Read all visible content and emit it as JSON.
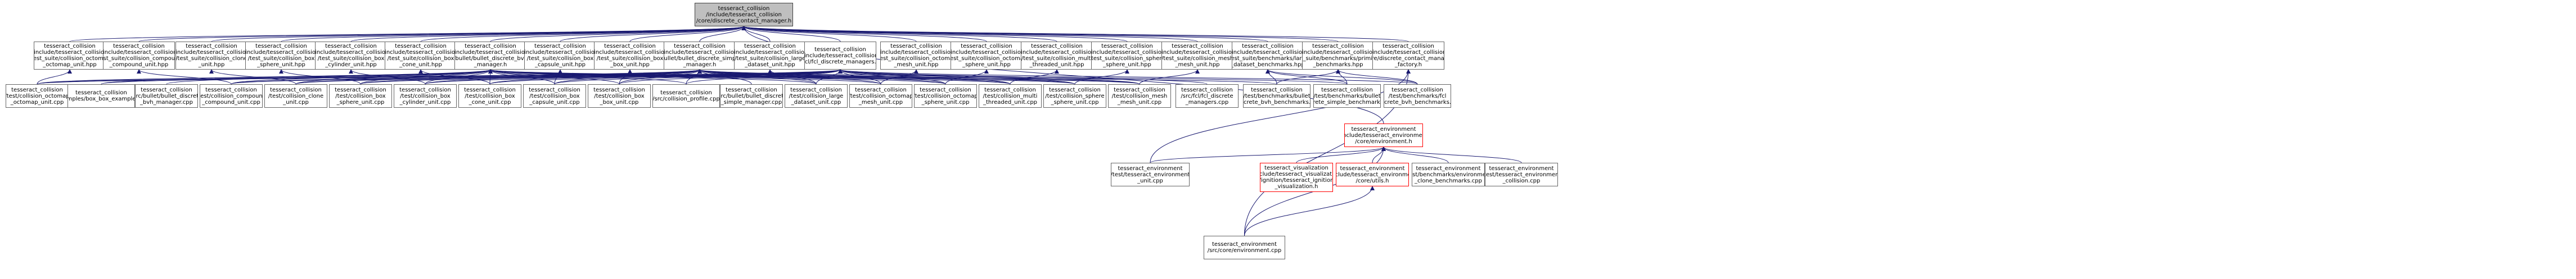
{
  "diagram": {
    "nodes": [
      {
        "id": "root",
        "label": "tesseract_collision\n/include/tesseract_collision\n/core/discrete_contact_manager.h",
        "style": "root"
      },
      {
        "id": "a1",
        "label": "tesseract_collision\n/include/tesseract_collision\n/test_suite/collision_octomap\n_octomap_unit.hpp"
      },
      {
        "id": "a2",
        "label": "tesseract_collision\n/include/tesseract_collision\n/test_suite/collision_compound\n_compound_unit.hpp"
      },
      {
        "id": "a3",
        "label": "tesseract_collision\n/include/tesseract_collision\n/test_suite/collision_clone\n_unit.hpp"
      },
      {
        "id": "a4",
        "label": "tesseract_collision\n/include/tesseract_collision\n/test_suite/collision_box\n_sphere_unit.hpp"
      },
      {
        "id": "a5",
        "label": "tesseract_collision\n/include/tesseract_collision\n/test_suite/collision_box\n_cylinder_unit.hpp"
      },
      {
        "id": "a6",
        "label": "tesseract_collision\n/include/tesseract_collision\n/test_suite/collision_box\n_cone_unit.hpp"
      },
      {
        "id": "a7",
        "label": "tesseract_collision\n/include/tesseract_collision\n/bullet/bullet_discrete_bvh\n_manager.h"
      },
      {
        "id": "a8",
        "label": "tesseract_collision\n/include/tesseract_collision\n/test_suite/collision_box\n_capsule_unit.hpp"
      },
      {
        "id": "a9",
        "label": "tesseract_collision\n/include/tesseract_collision\n/test_suite/collision_box\n_box_unit.hpp"
      },
      {
        "id": "a10",
        "label": "tesseract_collision\n/include/tesseract_collision\n/bullet/bullet_discrete_simple\n_manager.h"
      },
      {
        "id": "a11",
        "label": "tesseract_collision\n/include/tesseract_collision\n/test_suite/collision_large\n_dataset_unit.hpp"
      },
      {
        "id": "a12",
        "label": "tesseract_collision\n/include/tesseract_collision\n/fcl/fcl_discrete_managers.h"
      },
      {
        "id": "a13",
        "label": "tesseract_collision\n/include/tesseract_collision\n/test_suite/collision_octomap\n_mesh_unit.hpp"
      },
      {
        "id": "a14",
        "label": "tesseract_collision\n/include/tesseract_collision\n/test_suite/collision_octomap\n_sphere_unit.hpp"
      },
      {
        "id": "a15",
        "label": "tesseract_collision\n/include/tesseract_collision\n/test_suite/collision_multi\n_threaded_unit.hpp"
      },
      {
        "id": "a16",
        "label": "tesseract_collision\n/include/tesseract_collision\n/test_suite/collision_sphere\n_sphere_unit.hpp"
      },
      {
        "id": "a17",
        "label": "tesseract_collision\n/include/tesseract_collision\n/test_suite/collision_mesh\n_mesh_unit.hpp"
      },
      {
        "id": "a18",
        "label": "tesseract_collision\n/include/tesseract_collision\n/test_suite/benchmarks/large\n_dataset_benchmarks.hpp"
      },
      {
        "id": "a19",
        "label": "tesseract_collision\n/include/tesseract_collision\n/test_suite/benchmarks/primitives\n_benchmarks.hpp"
      },
      {
        "id": "a20",
        "label": "tesseract_collision\n/include/tesseract_collision\n/core/discrete_contact_manager\n_factory.h"
      },
      {
        "id": "b1",
        "label": "tesseract_collision\n/test/collision_octomap\n_octomap_unit.cpp"
      },
      {
        "id": "b2",
        "label": "tesseract_collision\n/examples/box_box_example.cpp"
      },
      {
        "id": "b3",
        "label": "tesseract_collision\n/src/bullet/bullet_discrete\n_bvh_manager.cpp"
      },
      {
        "id": "b4",
        "label": "tesseract_collision\n/test/collision_compound\n_compound_unit.cpp"
      },
      {
        "id": "b5",
        "label": "tesseract_collision\n/test/collision_clone\n_unit.cpp"
      },
      {
        "id": "b6",
        "label": "tesseract_collision\n/test/collision_box\n_sphere_unit.cpp"
      },
      {
        "id": "b7",
        "label": "tesseract_collision\n/test/collision_box\n_cylinder_unit.cpp"
      },
      {
        "id": "b8",
        "label": "tesseract_collision\n/test/collision_box\n_cone_unit.cpp"
      },
      {
        "id": "b9",
        "label": "tesseract_collision\n/test/collision_box\n_capsule_unit.cpp"
      },
      {
        "id": "b10",
        "label": "tesseract_collision\n/test/collision_box\n_box_unit.cpp"
      },
      {
        "id": "b11",
        "label": "tesseract_collision\n/src/collision_profile.cpp"
      },
      {
        "id": "b12",
        "label": "tesseract_collision\n/src/bullet/bullet_discrete\n_simple_manager.cpp"
      },
      {
        "id": "b13",
        "label": "tesseract_collision\n/test/collision_large\n_dataset_unit.cpp"
      },
      {
        "id": "b14",
        "label": "tesseract_collision\n/test/collision_octomap\n_mesh_unit.cpp"
      },
      {
        "id": "b15",
        "label": "tesseract_collision\n/test/collision_octomap\n_sphere_unit.cpp"
      },
      {
        "id": "b16",
        "label": "tesseract_collision\n/test/collision_multi\n_threaded_unit.cpp"
      },
      {
        "id": "b17",
        "label": "tesseract_collision\n/test/collision_sphere\n_sphere_unit.cpp"
      },
      {
        "id": "b18",
        "label": "tesseract_collision\n/test/collision_mesh\n_mesh_unit.cpp"
      },
      {
        "id": "b19",
        "label": "tesseract_collision\n/src/fcl/fcl_discrete\n_managers.cpp"
      },
      {
        "id": "b20",
        "label": "tesseract_collision\n/test/benchmarks/bullet\n_discrete_bvh_benchmarks.cpp"
      },
      {
        "id": "b21",
        "label": "tesseract_collision\n/test/benchmarks/bullet\n_discrete_simple_benchmarks.cpp"
      },
      {
        "id": "b22",
        "label": "tesseract_collision\n/test/benchmarks/fcl\n_discrete_bvh_benchmarks.cpp"
      },
      {
        "id": "env",
        "label": "tesseract_environment\n/include/tesseract_environment\n/core/environment.h",
        "style": "red"
      },
      {
        "id": "c1",
        "label": "tesseract_environment\n/test/tesseract_environment\n_unit.cpp"
      },
      {
        "id": "c2",
        "label": "tesseract_visualization\n/include/tesseract_visualization\n/ignition/tesseract_ignition\n_visualization.h",
        "style": "red"
      },
      {
        "id": "c3",
        "label": "tesseract_environment\n/include/tesseract_environment\n/core/utils.h",
        "style": "red"
      },
      {
        "id": "c4",
        "label": "tesseract_environment\n/test/benchmarks/environment\n_clone_benchmarks.cpp"
      },
      {
        "id": "c5",
        "label": "tesseract_environment\n/test/tesseract_environment\n_collision.cpp"
      },
      {
        "id": "d1",
        "label": "tesseract_environment\n/src/core/environment.cpp"
      }
    ],
    "edges": [
      [
        "a1",
        "root"
      ],
      [
        "a2",
        "root"
      ],
      [
        "a3",
        "root"
      ],
      [
        "a4",
        "root"
      ],
      [
        "a5",
        "root"
      ],
      [
        "a6",
        "root"
      ],
      [
        "a7",
        "root"
      ],
      [
        "a8",
        "root"
      ],
      [
        "a9",
        "root"
      ],
      [
        "a10",
        "root"
      ],
      [
        "a11",
        "root"
      ],
      [
        "a12",
        "root"
      ],
      [
        "a13",
        "root"
      ],
      [
        "a14",
        "root"
      ],
      [
        "a15",
        "root"
      ],
      [
        "a16",
        "root"
      ],
      [
        "a17",
        "root"
      ],
      [
        "a18",
        "root"
      ],
      [
        "a19",
        "root"
      ],
      [
        "a20",
        "root"
      ],
      [
        "env",
        "root"
      ],
      [
        "b1",
        "a1"
      ],
      [
        "b4",
        "a2"
      ],
      [
        "b5",
        "a3"
      ],
      [
        "b6",
        "a4"
      ],
      [
        "b7",
        "a5"
      ],
      [
        "b8",
        "a6"
      ],
      [
        "b9",
        "a8"
      ],
      [
        "b10",
        "a9"
      ],
      [
        "b13",
        "a11"
      ],
      [
        "b14",
        "a13"
      ],
      [
        "b15",
        "a14"
      ],
      [
        "b16",
        "a15"
      ],
      [
        "b17",
        "a16"
      ],
      [
        "b18",
        "a17"
      ],
      [
        "b3",
        "a7"
      ],
      [
        "b2",
        "a7"
      ],
      [
        "b1",
        "a7"
      ],
      [
        "b4",
        "a7"
      ],
      [
        "b5",
        "a7"
      ],
      [
        "b6",
        "a7"
      ],
      [
        "b7",
        "a7"
      ],
      [
        "b8",
        "a7"
      ],
      [
        "b9",
        "a7"
      ],
      [
        "b10",
        "a7"
      ],
      [
        "b11",
        "a7"
      ],
      [
        "b13",
        "a7"
      ],
      [
        "b14",
        "a7"
      ],
      [
        "b15",
        "a7"
      ],
      [
        "b16",
        "a7"
      ],
      [
        "b17",
        "a7"
      ],
      [
        "b18",
        "a7"
      ],
      [
        "b20",
        "a7"
      ],
      [
        "b12",
        "a10"
      ],
      [
        "b2",
        "a10"
      ],
      [
        "b1",
        "a10"
      ],
      [
        "b4",
        "a10"
      ],
      [
        "b5",
        "a10"
      ],
      [
        "b6",
        "a10"
      ],
      [
        "b7",
        "a10"
      ],
      [
        "b8",
        "a10"
      ],
      [
        "b9",
        "a10"
      ],
      [
        "b10",
        "a10"
      ],
      [
        "b11",
        "a10"
      ],
      [
        "b13",
        "a10"
      ],
      [
        "b14",
        "a10"
      ],
      [
        "b15",
        "a10"
      ],
      [
        "b16",
        "a10"
      ],
      [
        "b17",
        "a10"
      ],
      [
        "b18",
        "a10"
      ],
      [
        "b21",
        "a10"
      ],
      [
        "b19",
        "a12"
      ],
      [
        "b1",
        "a12"
      ],
      [
        "b4",
        "a12"
      ],
      [
        "b5",
        "a12"
      ],
      [
        "b6",
        "a12"
      ],
      [
        "b7",
        "a12"
      ],
      [
        "b8",
        "a12"
      ],
      [
        "b9",
        "a12"
      ],
      [
        "b10",
        "a12"
      ],
      [
        "b11",
        "a12"
      ],
      [
        "b13",
        "a12"
      ],
      [
        "b14",
        "a12"
      ],
      [
        "b15",
        "a12"
      ],
      [
        "b16",
        "a12"
      ],
      [
        "b17",
        "a12"
      ],
      [
        "b18",
        "a12"
      ],
      [
        "b22",
        "a12"
      ],
      [
        "b20",
        "a18"
      ],
      [
        "b21",
        "a18"
      ],
      [
        "b22",
        "a18"
      ],
      [
        "b20",
        "a19"
      ],
      [
        "b21",
        "a19"
      ],
      [
        "b22",
        "a19"
      ],
      [
        "c1",
        "env"
      ],
      [
        "c2",
        "env"
      ],
      [
        "c3",
        "env"
      ],
      [
        "c4",
        "env"
      ],
      [
        "c5",
        "env"
      ],
      [
        "d1",
        "env"
      ],
      [
        "d1",
        "c3"
      ],
      [
        "d1",
        "a20"
      ],
      [
        "c1",
        "a20"
      ]
    ]
  }
}
